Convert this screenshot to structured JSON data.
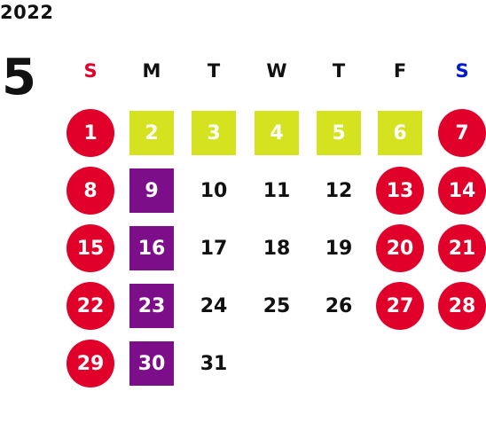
{
  "year": "2022",
  "month": "5",
  "colors": {
    "red": "#e0002a",
    "lime": "#d4e21f",
    "purple": "#7d0e8a",
    "blue": "#0018d8",
    "text": "#111111"
  },
  "weekdays": [
    {
      "label": "S",
      "color": "#e0002a"
    },
    {
      "label": "M",
      "color": "#111111"
    },
    {
      "label": "T",
      "color": "#111111"
    },
    {
      "label": "W",
      "color": "#111111"
    },
    {
      "label": "T",
      "color": "#111111"
    },
    {
      "label": "F",
      "color": "#111111"
    },
    {
      "label": "S",
      "color": "#0018d8"
    }
  ],
  "days": [
    {
      "label": "1",
      "style": "circle",
      "bg": "#e0002a"
    },
    {
      "label": "2",
      "style": "square",
      "bg": "#d4e21f"
    },
    {
      "label": "3",
      "style": "square",
      "bg": "#d4e21f"
    },
    {
      "label": "4",
      "style": "square",
      "bg": "#d4e21f"
    },
    {
      "label": "5",
      "style": "square",
      "bg": "#d4e21f"
    },
    {
      "label": "6",
      "style": "square",
      "bg": "#d4e21f"
    },
    {
      "label": "7",
      "style": "circle",
      "bg": "#e0002a"
    },
    {
      "label": "8",
      "style": "circle",
      "bg": "#e0002a"
    },
    {
      "label": "9",
      "style": "square",
      "bg": "#7d0e8a"
    },
    {
      "label": "10",
      "style": "plain"
    },
    {
      "label": "11",
      "style": "plain"
    },
    {
      "label": "12",
      "style": "plain"
    },
    {
      "label": "13",
      "style": "circle",
      "bg": "#e0002a"
    },
    {
      "label": "14",
      "style": "circle",
      "bg": "#e0002a"
    },
    {
      "label": "15",
      "style": "circle",
      "bg": "#e0002a"
    },
    {
      "label": "16",
      "style": "square",
      "bg": "#7d0e8a"
    },
    {
      "label": "17",
      "style": "plain"
    },
    {
      "label": "18",
      "style": "plain"
    },
    {
      "label": "19",
      "style": "plain"
    },
    {
      "label": "20",
      "style": "circle",
      "bg": "#e0002a"
    },
    {
      "label": "21",
      "style": "circle",
      "bg": "#e0002a"
    },
    {
      "label": "22",
      "style": "circle",
      "bg": "#e0002a"
    },
    {
      "label": "23",
      "style": "square",
      "bg": "#7d0e8a"
    },
    {
      "label": "24",
      "style": "plain"
    },
    {
      "label": "25",
      "style": "plain"
    },
    {
      "label": "26",
      "style": "plain"
    },
    {
      "label": "27",
      "style": "circle",
      "bg": "#e0002a"
    },
    {
      "label": "28",
      "style": "circle",
      "bg": "#e0002a"
    },
    {
      "label": "29",
      "style": "circle",
      "bg": "#e0002a"
    },
    {
      "label": "30",
      "style": "square",
      "bg": "#7d0e8a"
    },
    {
      "label": "31",
      "style": "plain"
    }
  ]
}
